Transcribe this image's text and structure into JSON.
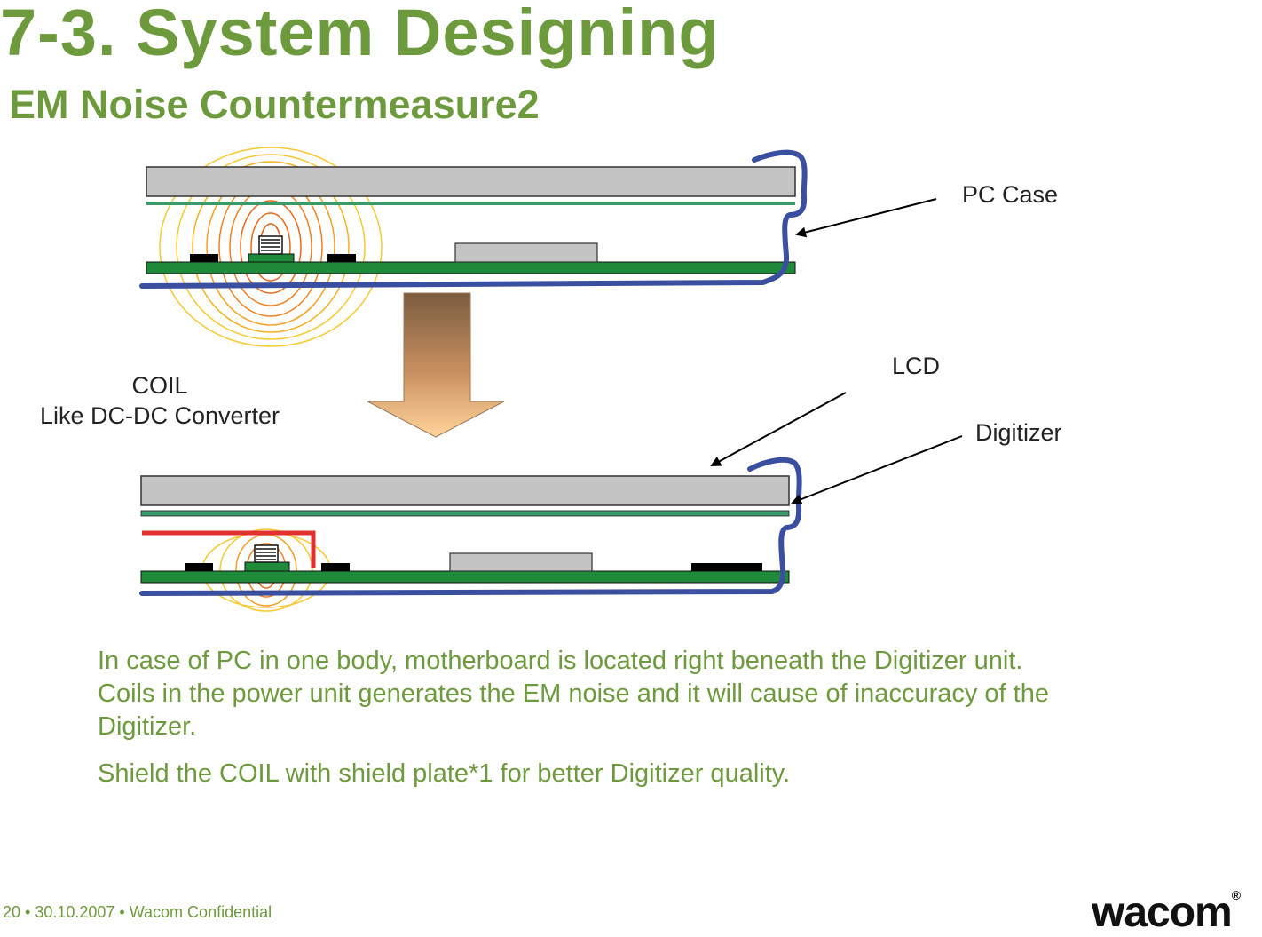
{
  "slide": {
    "title": "7-3. System Designing",
    "subtitle": "EM Noise Countermeasure2"
  },
  "labels": {
    "pc_case": "PC Case",
    "lcd": "LCD",
    "digitizer": "Digitizer",
    "coil_line1": "COIL",
    "coil_line2": "Like DC-DC Converter"
  },
  "body": {
    "paragraph1": "In case of PC in one body, motherboard is located right beneath the Digitizer unit. Coils in the power unit generates the EM noise and it will cause of inaccuracy of the Digitizer.",
    "paragraph2": "Shield the COIL with shield plate*1 for better Digitizer quality."
  },
  "footer": {
    "text": "20 • 30.10.2007 • Wacom Confidential"
  },
  "logo": {
    "text": "wacom",
    "mark": "®"
  },
  "colors": {
    "accent_green": "#6e9a3e",
    "pc_case_blue": "#3a4fa0",
    "lcd_gray": "#c4c4c4",
    "digitizer_green": "#3a9a6a",
    "board_green": "#1f8a3a",
    "shield_red": "#e03030",
    "field_orange": "#f08020",
    "field_yellow": "#f7c830"
  }
}
